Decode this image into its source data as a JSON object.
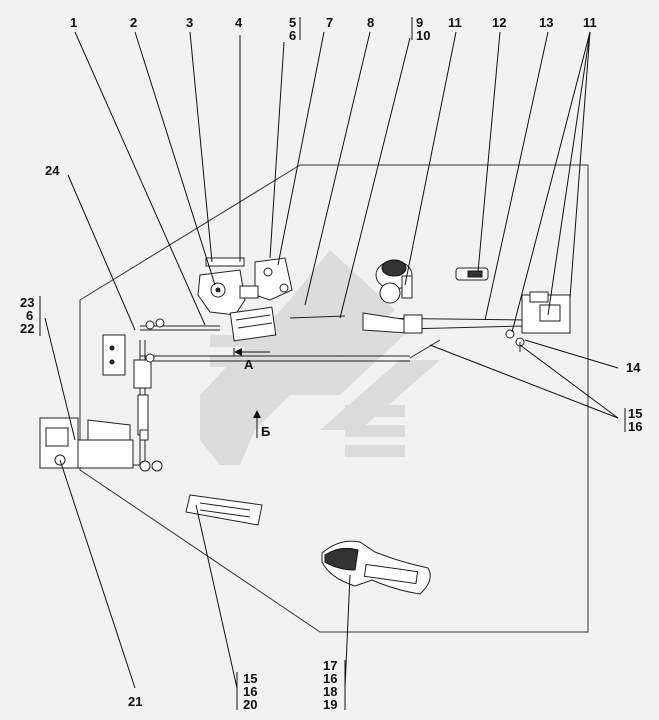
{
  "callouts": {
    "c1": "1",
    "c2": "2",
    "c3": "3",
    "c4": "4",
    "c5": "5",
    "c6": "6",
    "c7": "7",
    "c8": "8",
    "c9": "9",
    "c10": "10",
    "c11a": "11",
    "c12": "12",
    "c13": "13",
    "c11b": "11",
    "c24": "24",
    "c23": "23",
    "c6b": "6",
    "c22": "22",
    "c14": "14",
    "c15a": "15",
    "c16a": "16",
    "c21": "21",
    "c15b": "15",
    "c16b": "16",
    "c20": "20",
    "c17": "17",
    "c16c": "16",
    "c18": "18",
    "c19": "19"
  },
  "view_markers": {
    "a": "A",
    "b": "Б"
  },
  "colors": {
    "line": "#222222",
    "watermark": "#dadddb",
    "background": "#f2f2f2"
  }
}
